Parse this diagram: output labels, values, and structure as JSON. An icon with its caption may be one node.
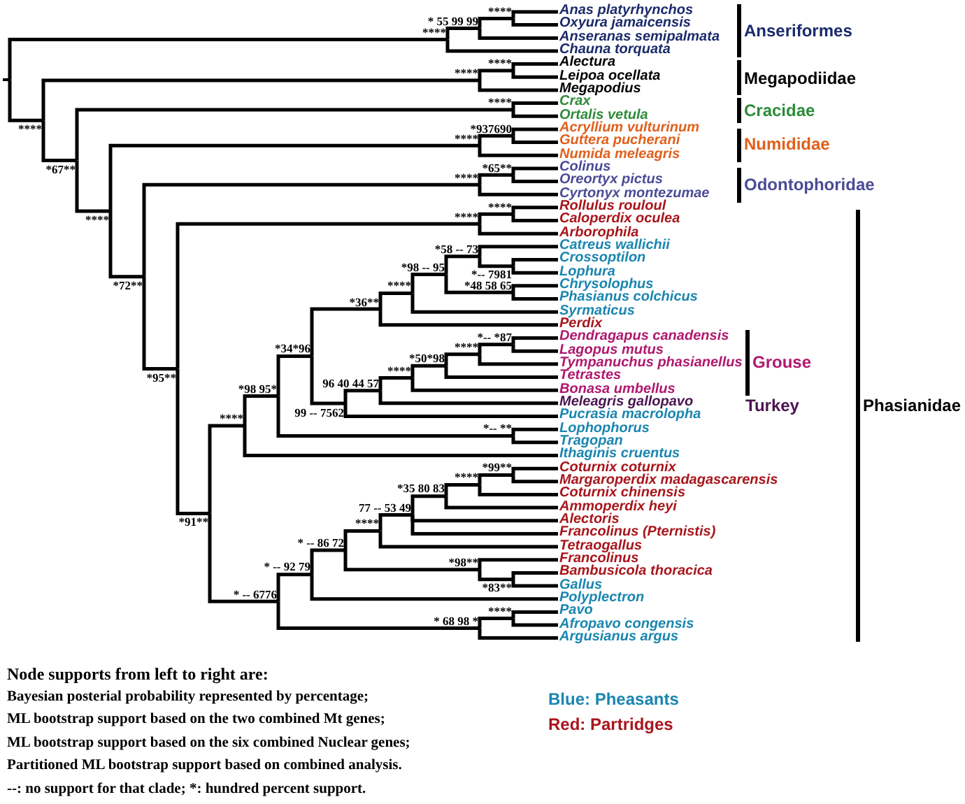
{
  "diagram": {
    "nodes": [
      {
        "text": [
          "Anas platyrhynchos"
        ]
      },
      {
        "text": [
          "Oxyura jamaicensis"
        ]
      },
      {
        "text": [
          "Anseranas semipalmata"
        ]
      },
      {
        "text": [
          "Chauna torquata"
        ]
      },
      {
        "text": [
          "Alectura"
        ]
      },
      {
        "text": [
          "Leipoa ocellata"
        ]
      },
      {
        "text": [
          "Megapodius"
        ]
      },
      {
        "text": [
          "Crax"
        ]
      },
      {
        "text": [
          "Ortalis vetula"
        ]
      },
      {
        "text": [
          "Acryllium vulturinum"
        ]
      },
      {
        "text": [
          "Guttera pucherani"
        ]
      },
      {
        "text": [
          "Numida meleagris"
        ]
      },
      {
        "text": [
          "Colinus"
        ]
      },
      {
        "text": [
          "Oreortyx pictus"
        ]
      },
      {
        "text": [
          "Cyrtonyx montezumae"
        ]
      },
      {
        "text": [
          "Rollulus rouloul"
        ]
      },
      {
        "text": [
          "Caloperdix oculea"
        ]
      },
      {
        "text": [
          "Arborophila"
        ]
      },
      {
        "text": [
          "Catreus wallichii"
        ]
      },
      {
        "text": [
          "Crossoptilon"
        ]
      },
      {
        "text": [
          "Lophura"
        ]
      },
      {
        "text": [
          "Chrysolophus"
        ]
      },
      {
        "text": [
          "Phasianus colchicus"
        ]
      },
      {
        "text": [
          "Syrmaticus"
        ]
      },
      {
        "text": [
          "Perdix"
        ]
      },
      {
        "text": [
          "Dendragapus canadensis"
        ]
      },
      {
        "text": [
          "Lagopus mutus"
        ]
      },
      {
        "text": [
          "Tympanuchus phasianellus"
        ]
      },
      {
        "text": [
          "Tetrastes"
        ]
      },
      {
        "text": [
          "Bonasa umbellus"
        ]
      },
      {
        "text": [
          "Meleagris gallopavo"
        ]
      },
      {
        "text": [
          "Pucrasia macrolopha"
        ]
      },
      {
        "text": [
          "Lophophorus"
        ]
      },
      {
        "text": [
          "Tragopan"
        ]
      },
      {
        "text": [
          "Ithaginis cruentus"
        ]
      },
      {
        "text": [
          "Coturnix coturnix"
        ]
      },
      {
        "text": [
          "Margaroperdix madagascarensis"
        ]
      },
      {
        "text": [
          "Coturnix chinensis"
        ]
      },
      {
        "text": [
          "Ammoperdix heyi"
        ]
      },
      {
        "text": [
          "Alectoris"
        ]
      },
      {
        "text": [
          "Francolinus (Pternistis)"
        ]
      },
      {
        "text": [
          "Tetraogallus"
        ]
      },
      {
        "text": [
          "Francolinus"
        ]
      },
      {
        "text": [
          "Bambusicola thoracica"
        ]
      },
      {
        "text": [
          "Gallus"
        ]
      },
      {
        "text": [
          "Polyplectron"
        ]
      },
      {
        "text": [
          "Pavo"
        ]
      },
      {
        "text": [
          "Afropavo congensis"
        ]
      },
      {
        "text": [
          "Argusianus argus"
        ]
      },
      {
        "text": [],
        "shape": "point"
      },
      {
        "text": [
          "****"
        ]
      },
      {
        "text": [
          "* 55 99 99"
        ]
      },
      {
        "text": [
          "****"
        ]
      },
      {
        "text": [
          "****"
        ]
      },
      {
        "text": [
          "****"
        ]
      },
      {
        "text": [
          "****"
        ]
      },
      {
        "text": [
          "*67**"
        ]
      },
      {
        "text": [
          "****"
        ]
      },
      {
        "text": [
          "****"
        ]
      },
      {
        "text": [
          "****"
        ]
      },
      {
        "text": [
          "*937690"
        ]
      },
      {
        "text": [
          "*72**"
        ]
      },
      {
        "text": [
          "****"
        ]
      },
      {
        "text": [
          "*65**"
        ]
      },
      {
        "text": [
          "*95**"
        ]
      },
      {
        "text": [
          "****"
        ]
      },
      {
        "text": [
          "****"
        ]
      },
      {
        "text": [
          "*91**"
        ]
      },
      {
        "text": [
          "****"
        ]
      },
      {
        "text": [
          "*98 95*"
        ]
      },
      {
        "text": [
          "*34*96"
        ]
      },
      {
        "text": [
          "*36**"
        ]
      },
      {
        "text": [
          "****"
        ]
      },
      {
        "text": [
          "*98 -- 95"
        ]
      },
      {
        "text": [
          "*58 -- 73"
        ]
      },
      {
        "text": [
          "*-- 7981"
        ]
      },
      {
        "text": [
          "*48 58 65"
        ]
      },
      {
        "text": [
          "99 -- 7562"
        ]
      },
      {
        "text": [
          "96 40 44 57"
        ]
      },
      {
        "text": [
          "****"
        ]
      },
      {
        "text": [
          "*50*98"
        ]
      },
      {
        "text": [
          "****"
        ]
      },
      {
        "text": [
          "*-- *87"
        ]
      },
      {
        "text": [
          "*-- **"
        ]
      },
      {
        "text": [
          "* -- 6776"
        ]
      },
      {
        "text": [
          "* -- 92 79"
        ]
      },
      {
        "text": [
          "* -- 86 72"
        ]
      },
      {
        "text": [
          "****"
        ]
      },
      {
        "text": [
          "77 -- 53 49"
        ]
      },
      {
        "text": [
          "*35 80 83"
        ]
      },
      {
        "text": [
          "****"
        ]
      },
      {
        "text": [
          "*99**"
        ]
      },
      {
        "text": [
          "*98**"
        ]
      },
      {
        "text": [
          "*83**"
        ]
      },
      {
        "text": [
          "* 68 98 *"
        ]
      },
      {
        "text": [
          "****"
        ]
      }
    ],
    "edges": [
      {
        "from": 49,
        "to": 50,
        "arrow": "none"
      },
      {
        "from": 49,
        "to": 53,
        "arrow": "none"
      },
      {
        "from": 50,
        "to": 51,
        "arrow": "none"
      },
      {
        "from": 50,
        "to": 3,
        "arrow": "none"
      },
      {
        "from": 51,
        "to": 52,
        "arrow": "none"
      },
      {
        "from": 51,
        "to": 2,
        "arrow": "none"
      },
      {
        "from": 52,
        "to": 0,
        "arrow": "none"
      },
      {
        "from": 52,
        "to": 1,
        "arrow": "none"
      },
      {
        "from": 53,
        "to": 54,
        "arrow": "none"
      },
      {
        "from": 53,
        "to": 56,
        "arrow": "none"
      },
      {
        "from": 54,
        "to": 55,
        "arrow": "none"
      },
      {
        "from": 54,
        "to": 6,
        "arrow": "none"
      },
      {
        "from": 55,
        "to": 4,
        "arrow": "none"
      },
      {
        "from": 55,
        "to": 5,
        "arrow": "none"
      },
      {
        "from": 56,
        "to": 57,
        "arrow": "none"
      },
      {
        "from": 56,
        "to": 58,
        "arrow": "none"
      },
      {
        "from": 57,
        "to": 7,
        "arrow": "none"
      },
      {
        "from": 57,
        "to": 8,
        "arrow": "none"
      },
      {
        "from": 58,
        "to": 59,
        "arrow": "none"
      },
      {
        "from": 58,
        "to": 61,
        "arrow": "none"
      },
      {
        "from": 59,
        "to": 60,
        "arrow": "none"
      },
      {
        "from": 59,
        "to": 11,
        "arrow": "none"
      },
      {
        "from": 60,
        "to": 9,
        "arrow": "none"
      },
      {
        "from": 60,
        "to": 10,
        "arrow": "none"
      },
      {
        "from": 61,
        "to": 62,
        "arrow": "none"
      },
      {
        "from": 61,
        "to": 64,
        "arrow": "none"
      },
      {
        "from": 62,
        "to": 63,
        "arrow": "none"
      },
      {
        "from": 62,
        "to": 14,
        "arrow": "none"
      },
      {
        "from": 63,
        "to": 12,
        "arrow": "none"
      },
      {
        "from": 63,
        "to": 13,
        "arrow": "none"
      },
      {
        "from": 64,
        "to": 65,
        "arrow": "none"
      },
      {
        "from": 64,
        "to": 67,
        "arrow": "none"
      },
      {
        "from": 65,
        "to": 66,
        "arrow": "none"
      },
      {
        "from": 65,
        "to": 17,
        "arrow": "none"
      },
      {
        "from": 66,
        "to": 15,
        "arrow": "none"
      },
      {
        "from": 66,
        "to": 16,
        "arrow": "none"
      },
      {
        "from": 67,
        "to": 68,
        "arrow": "none"
      },
      {
        "from": 67,
        "to": 84,
        "arrow": "none"
      },
      {
        "from": 68,
        "to": 69,
        "arrow": "none"
      },
      {
        "from": 68,
        "to": 34,
        "arrow": "none"
      },
      {
        "from": 69,
        "to": 70,
        "arrow": "none"
      },
      {
        "from": 69,
        "to": 83,
        "arrow": "none"
      },
      {
        "from": 70,
        "to": 71,
        "arrow": "none"
      },
      {
        "from": 70,
        "to": 77,
        "arrow": "none"
      },
      {
        "from": 71,
        "to": 72,
        "arrow": "none"
      },
      {
        "from": 71,
        "to": 24,
        "arrow": "none"
      },
      {
        "from": 72,
        "to": 73,
        "arrow": "none"
      },
      {
        "from": 72,
        "to": 23,
        "arrow": "none"
      },
      {
        "from": 73,
        "to": 74,
        "arrow": "none"
      },
      {
        "from": 73,
        "to": 76,
        "arrow": "none"
      },
      {
        "from": 74,
        "to": 18,
        "arrow": "none"
      },
      {
        "from": 74,
        "to": 75,
        "arrow": "none"
      },
      {
        "from": 75,
        "to": 19,
        "arrow": "none"
      },
      {
        "from": 75,
        "to": 20,
        "arrow": "none"
      },
      {
        "from": 76,
        "to": 21,
        "arrow": "none"
      },
      {
        "from": 76,
        "to": 22,
        "arrow": "none"
      },
      {
        "from": 77,
        "to": 78,
        "arrow": "none"
      },
      {
        "from": 77,
        "to": 31,
        "arrow": "none"
      },
      {
        "from": 78,
        "to": 79,
        "arrow": "none"
      },
      {
        "from": 78,
        "to": 30,
        "arrow": "none"
      },
      {
        "from": 79,
        "to": 80,
        "arrow": "none"
      },
      {
        "from": 79,
        "to": 29,
        "arrow": "none"
      },
      {
        "from": 80,
        "to": 81,
        "arrow": "none"
      },
      {
        "from": 80,
        "to": 28,
        "arrow": "none"
      },
      {
        "from": 81,
        "to": 82,
        "arrow": "none"
      },
      {
        "from": 81,
        "to": 27,
        "arrow": "none"
      },
      {
        "from": 82,
        "to": 25,
        "arrow": "none"
      },
      {
        "from": 82,
        "to": 26,
        "arrow": "none"
      },
      {
        "from": 83,
        "to": 32,
        "arrow": "none"
      },
      {
        "from": 83,
        "to": 33,
        "arrow": "none"
      },
      {
        "from": 84,
        "to": 85,
        "arrow": "none"
      },
      {
        "from": 84,
        "to": 94,
        "arrow": "none"
      },
      {
        "from": 85,
        "to": 86,
        "arrow": "none"
      },
      {
        "from": 85,
        "to": 45,
        "arrow": "none"
      },
      {
        "from": 86,
        "to": 87,
        "arrow": "none"
      },
      {
        "from": 86,
        "to": 92,
        "arrow": "none"
      },
      {
        "from": 87,
        "to": 88,
        "arrow": "none"
      },
      {
        "from": 87,
        "to": 41,
        "arrow": "none"
      },
      {
        "from": 88,
        "to": 89,
        "arrow": "none"
      },
      {
        "from": 88,
        "to": 39,
        "arrow": "none"
      },
      {
        "from": 88,
        "to": 40,
        "arrow": "none"
      },
      {
        "from": 89,
        "to": 90,
        "arrow": "none"
      },
      {
        "from": 89,
        "to": 38,
        "arrow": "none"
      },
      {
        "from": 90,
        "to": 91,
        "arrow": "none"
      },
      {
        "from": 90,
        "to": 37,
        "arrow": "none"
      },
      {
        "from": 91,
        "to": 35,
        "arrow": "none"
      },
      {
        "from": 91,
        "to": 36,
        "arrow": "none"
      },
      {
        "from": 92,
        "to": 42,
        "arrow": "none"
      },
      {
        "from": 92,
        "to": 93,
        "arrow": "none"
      },
      {
        "from": 93,
        "to": 43,
        "arrow": "none"
      },
      {
        "from": 93,
        "to": 44,
        "arrow": "none"
      },
      {
        "from": 94,
        "to": 95,
        "arrow": "none"
      },
      {
        "from": 94,
        "to": 48,
        "arrow": "none"
      },
      {
        "from": 95,
        "to": 46,
        "arrow": "none"
      },
      {
        "from": 95,
        "to": 47,
        "arrow": "none"
      }
    ],
    "labels": [
      "Anseriformes",
      "Megapodiidae",
      "Cracidae",
      "Numididae",
      "Odontophoridae",
      "Grouse",
      "Turkey",
      "Phasianidae",
      "Node supports from left to right are:",
      "Bayesian posterial probability represented by percentage;",
      "ML bootstrap support based on the two combined Mt genes;",
      "ML bootstrap support based on the six combined Nuclear genes;",
      "Partitioned ML bootstrap support based on combined analysis.",
      "--: no support for that clade; *: hundred percent support."
    ],
    "legend": [
      {
        "text": "Blue: Pheasants",
        "color": "#1a86b0"
      },
      {
        "text": "Red: Partridges",
        "color": "#a8161c"
      }
    ]
  }
}
